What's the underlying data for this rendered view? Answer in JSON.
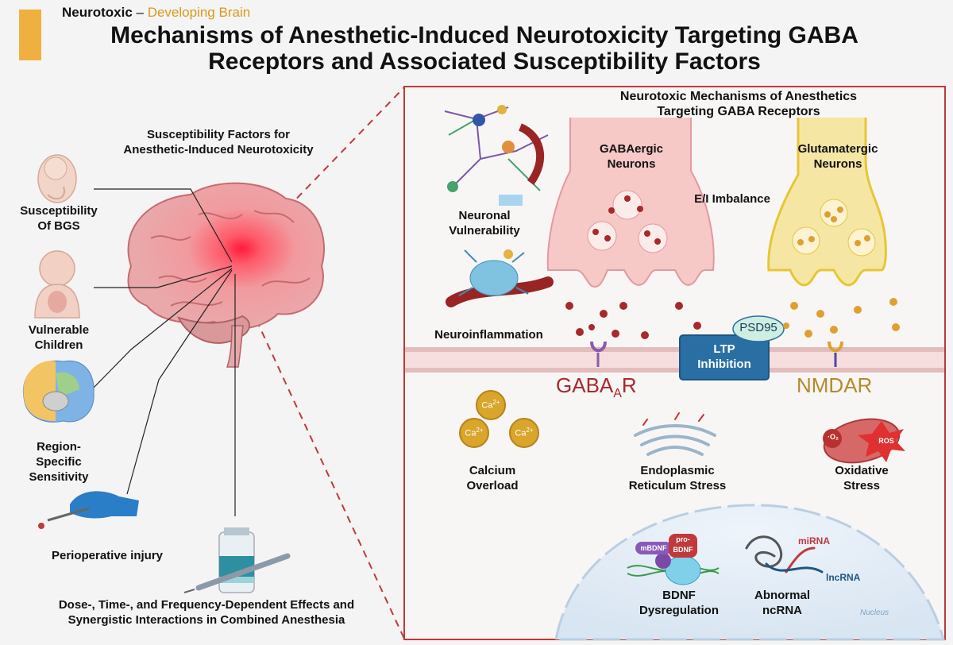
{
  "header": {
    "category": "Neurotoxic",
    "separator": " – ",
    "subcategory": "Developing Brain",
    "title_line1": "Mechanisms of Anesthetic-Induced Neurotoxicity Targeting GABA",
    "title_line2": "Receptors and Associated Susceptibility Factors"
  },
  "left": {
    "heading_line1": "Susceptibility Factors for",
    "heading_line2": "Anesthetic-Induced Neurotoxicity",
    "factors": [
      {
        "line1": "Susceptibility",
        "line2": "Of BGS",
        "icon": "embryo-icon"
      },
      {
        "line1": "Vulnerable",
        "line2": "Children",
        "icon": "child-icon"
      },
      {
        "line1": "Region-",
        "line2": "Specific",
        "line3": "Sensitivity",
        "icon": "brain-regions-icon"
      },
      {
        "line1": "Perioperative injury",
        "icon": "scalpel-glove-icon"
      },
      {
        "line1": "Dose-, Time-, and Frequency-Dependent Effects and",
        "line2": "Synergistic Interactions in Combined Anesthesia",
        "icon": "vial-syringe-icon"
      }
    ]
  },
  "panel": {
    "title_line1": "Neurotoxic Mechanisms of Anesthetics",
    "title_line2": "Targeting GABA Receptors",
    "neuronal_vulnerability_line1": "Neuronal",
    "neuronal_vulnerability_line2": "Vulnerability",
    "neuroinflammation": "Neuroinflammation",
    "gabaergic_line1": "GABAergic",
    "gabaergic_line2": "Neurons",
    "glutamatergic_line1": "Glutamatergic",
    "glutamatergic_line2": "Neurons",
    "ei_imbalance": "E/I Imbalance",
    "psd95": "PSD95",
    "ltp_line1": "LTP",
    "ltp_line2": "Inhibition",
    "gabaar_main": "GABA",
    "gabaar_sub": "A",
    "gabaar_end": "R",
    "nmdar": "NMDAR",
    "ca_label": "Ca",
    "ca_sup": "2+",
    "calcium_line1": "Calcium",
    "calcium_line2": "Overload",
    "er_line1": "Endoplasmic",
    "er_line2": "Reticulum Stress",
    "o2_label": "·O₂",
    "ros_label": "ROS",
    "oxidative_line1": "Oxidative",
    "oxidative_line2": "Stress",
    "mbdnf": "mBDNF",
    "probdnf_line1": "pro-",
    "probdnf_line2": "BDNF",
    "bdnf_line1": "BDNF",
    "bdnf_line2": "Dysregulation",
    "mirna": "miRNA",
    "lncrna": "lncRNA",
    "abnormal_line1": "Abnormal",
    "abnormal_line2": "ncRNA",
    "nucleus": "Nucleus"
  },
  "colors": {
    "accent_orange": "#f0b040",
    "subtitle_orange": "#d99a1a",
    "panel_border": "#c0393b",
    "gaba_red": "#a8282c",
    "nmdar_gold": "#b58a2a",
    "ltp_blue": "#2a6fa3",
    "psd95_green": "#cdeee0"
  }
}
